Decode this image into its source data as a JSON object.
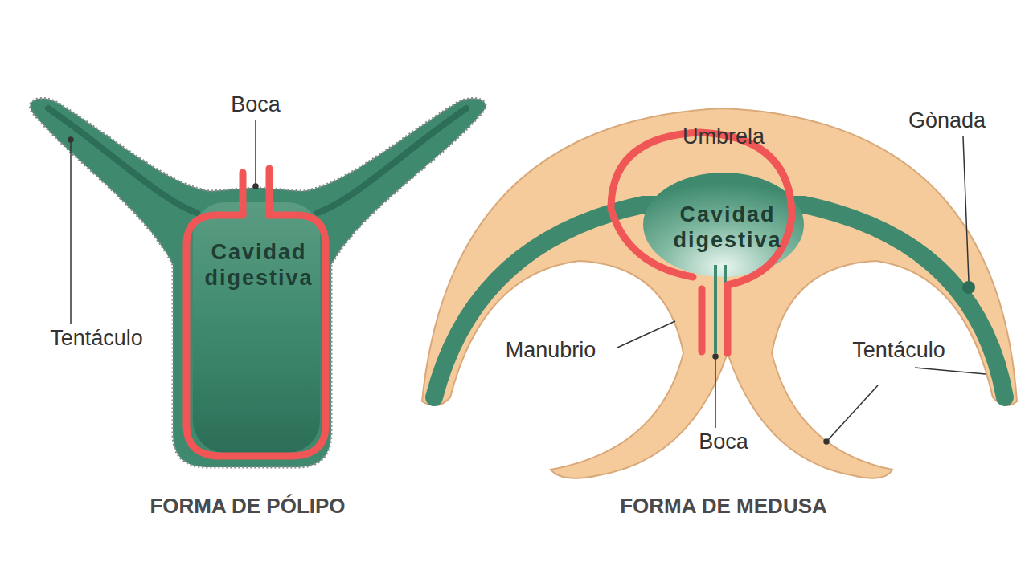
{
  "diagram": {
    "labels": [
      "Boca",
      "Umbrela",
      "Gònada",
      "Cavidad digestiva",
      "Cavidad digestiva",
      "Tentáculo",
      "Manubrio",
      "Tentáculo",
      "Boca",
      "FORMA DE PÓLIPO",
      "FORMA DE MEDUSA"
    ]
  }
}
